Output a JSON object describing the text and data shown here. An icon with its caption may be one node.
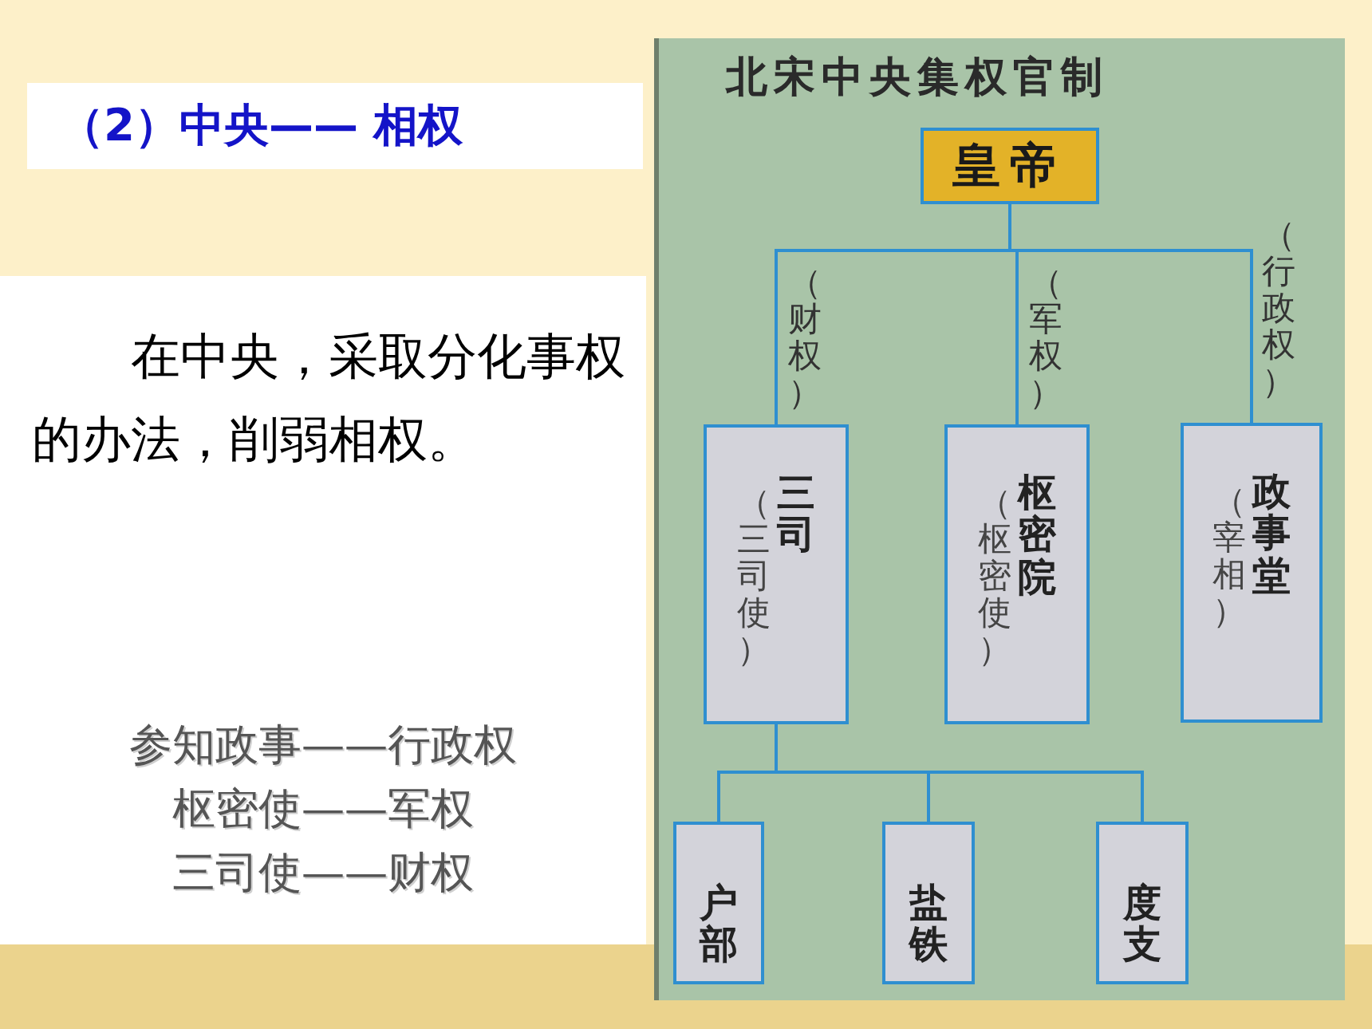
{
  "diagram": {
    "title": "（2）中央—— 相权",
    "nodes": [
      {
        "text": [
          "皇帝"
        ]
      },
      {
        "text": [
          "（三司使）",
          "三司"
        ]
      },
      {
        "text": [
          "（枢密使）",
          "枢密院"
        ]
      },
      {
        "text": [
          "（宰相）",
          "政事堂"
        ]
      },
      {
        "text": [
          "户部"
        ]
      },
      {
        "text": [
          "盐铁"
        ]
      },
      {
        "text": [
          "度支"
        ]
      }
    ],
    "edges": [
      {
        "from": 0,
        "to": 1,
        "arrow": "none",
        "label": "（财权）"
      },
      {
        "from": 0,
        "to": 2,
        "arrow": "none",
        "label": "（军权）"
      },
      {
        "from": 0,
        "to": 3,
        "arrow": "none",
        "label": "（行政权）"
      },
      {
        "from": 1,
        "to": 4,
        "arrow": "none"
      },
      {
        "from": 1,
        "to": 5,
        "arrow": "none"
      },
      {
        "from": 1,
        "to": 6,
        "arrow": "none"
      }
    ],
    "labels": [
      "在中央，采取分化事权的办法，削弱相权。",
      "北宋中央集权官制",
      "参知政事——行政权",
      "枢密使——军权",
      "三司使——财权"
    ]
  }
}
